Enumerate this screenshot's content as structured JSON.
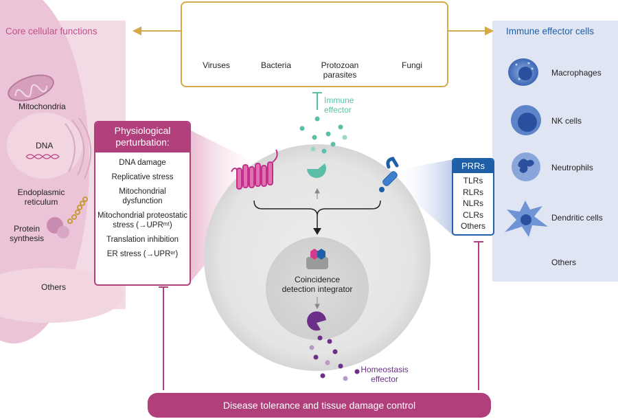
{
  "left_panel": {
    "title": "Core cellular functions",
    "items": [
      "Mitochondria",
      "DNA",
      "Endoplasmic reticulum",
      "Protein synthesis",
      "Others"
    ]
  },
  "right_panel": {
    "title": "Immune effector cells",
    "items": [
      "Macrophages",
      "NK cells",
      "Neutrophils",
      "Dendritic cells",
      "Others"
    ]
  },
  "pathogens": {
    "items": [
      "Viruses",
      "Bacteria",
      "Protozoan parasites",
      "Fungi"
    ]
  },
  "perturbation": {
    "title": "Physiological perturbation:",
    "items": [
      "DNA damage",
      "Replicative stress",
      "Mitochondrial dysfunction",
      "Mitochondrial proteostatic stress (→UPRᵐᵗ)",
      "Translation inhibition",
      "ER stress (→UPRᵉʳ)"
    ]
  },
  "prrs": {
    "title": "PRRs",
    "items": [
      "TLRs",
      "RLRs",
      "NLRs",
      "CLRs",
      "Others"
    ]
  },
  "labels": {
    "immune_effector": "Immune effector",
    "coincidence": "Coincidence detection integrator",
    "homeostasis": "Homeostasis effector"
  },
  "bottom_bar": "Disease tolerance and tissue damage control",
  "colors": {
    "magenta": "#b03f7c",
    "blue": "#1f5fa8",
    "gold": "#d6a84a",
    "teal": "#5bbfa7",
    "purple": "#6b2f8a"
  }
}
